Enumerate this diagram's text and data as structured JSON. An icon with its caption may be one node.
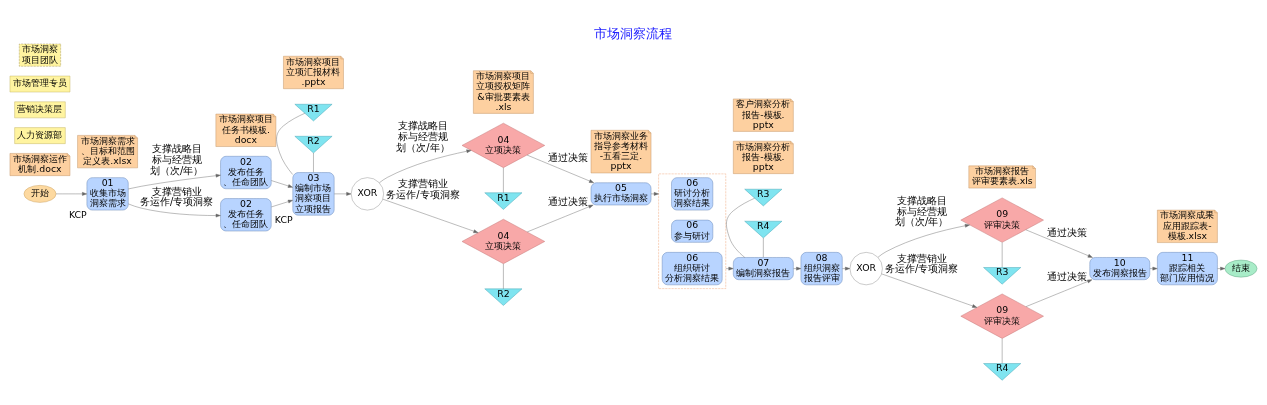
{
  "diagram": {
    "title": "市场洞察流程",
    "nodes": [
      {
        "text": [
          "开始"
        ]
      },
      {
        "text": [
          "市场洞察运作机制.docx"
        ]
      },
      {
        "text": [
          "人力资源部"
        ]
      },
      {
        "text": [
          "营销决策层"
        ]
      },
      {
        "text": [
          "市场管理专员"
        ]
      },
      {
        "text": [
          "市场洞察项目团队"
        ]
      },
      {
        "text": [
          "02",
          "发布任务、任命团队"
        ]
      },
      {
        "text": [
          "02",
          "发布任务、任命团队"
        ]
      },
      {
        "text": [
          "市场洞察项目任务书模板.docx"
        ]
      },
      {
        "text": [
          "01",
          "收集市场洞察需求"
        ],
        "beside": [
          "KCP"
        ]
      },
      {
        "text": [
          "市场洞察需求、目标和范围定义表.xlsx"
        ]
      },
      {
        "text": [
          "R1"
        ]
      },
      {
        "text": [
          "R2"
        ]
      },
      {
        "text": [
          "03",
          "编制市场洞察项目立项报告"
        ],
        "beside": [
          "KCP"
        ]
      },
      {
        "text": [
          "市场洞察项目立项汇报材料.pptx"
        ]
      },
      {
        "text": [
          "XOR"
        ]
      },
      {
        "text": [
          "市场洞察项目立项授权矩阵&审批要素表.xls"
        ]
      },
      {
        "text": [
          "04",
          "立项决策"
        ]
      },
      {
        "text": [
          "R1"
        ]
      },
      {
        "text": [
          "04",
          "立项决策"
        ]
      },
      {
        "text": [
          "R2"
        ]
      },
      {
        "text": [
          "05",
          "执行市场洞察"
        ]
      },
      {
        "text": [
          "市场洞察业务指导参考材料-五看三定.pptx"
        ]
      },
      {
        "text": [],
        "shape": "box"
      },
      {
        "text": [
          "06",
          "研讨分析洞察结果"
        ],
        "in": 23
      },
      {
        "text": [
          "06",
          "参与研讨"
        ],
        "in": 23
      },
      {
        "text": [
          "06",
          "组织研讨分析洞察结果"
        ],
        "in": 23
      },
      {
        "text": [
          "R3"
        ]
      },
      {
        "text": [
          "R4"
        ]
      },
      {
        "text": [
          "07",
          "编制洞察报告"
        ]
      },
      {
        "text": [
          "市场洞察分析报告-模板.pptx"
        ]
      },
      {
        "text": [
          "客户洞察分析报告-模板.pptx"
        ]
      },
      {
        "text": [
          "08",
          "组织洞察报告评审"
        ]
      },
      {
        "text": [
          "XOR"
        ]
      },
      {
        "text": [
          "市场洞察报告评审要素表.xls"
        ]
      },
      {
        "text": [
          "09",
          "评审决策"
        ]
      },
      {
        "text": [
          "R3"
        ]
      },
      {
        "text": [
          "09",
          "评审决策"
        ]
      },
      {
        "text": [
          "R4"
        ]
      },
      {
        "text": [
          "10",
          "发布洞察报告"
        ]
      },
      {
        "text": [
          "11",
          "跟踪相关部门应用情况"
        ]
      },
      {
        "text": [
          "市场洞察成果应用跟踪表-模板.xlsx"
        ]
      },
      {
        "text": [
          "结束"
        ]
      }
    ],
    "edges": [
      {
        "from": 0,
        "to": 9,
        "arrow": "to"
      },
      {
        "from": 9,
        "to": 6,
        "arrow": "to",
        "label": "支撑战略目标与经营规划（次/年）"
      },
      {
        "from": 9,
        "to": 7,
        "arrow": "to",
        "label": "支撑营销业务运作/专项洞察"
      },
      {
        "from": 6,
        "to": 13,
        "arrow": "to"
      },
      {
        "from": 7,
        "to": 13,
        "arrow": "to"
      },
      {
        "from": 11,
        "to": 13,
        "arrow": "none"
      },
      {
        "from": 12,
        "to": 13,
        "arrow": "none"
      },
      {
        "from": 13,
        "to": 15,
        "arrow": "to"
      },
      {
        "from": 15,
        "to": 17,
        "arrow": "to",
        "label": "支撑战略目标与经营规划（次/年）"
      },
      {
        "from": 15,
        "to": 19,
        "arrow": "to",
        "label": "支撑营销业务运作/专项洞察"
      },
      {
        "from": 17,
        "to": 18,
        "arrow": "none"
      },
      {
        "from": 19,
        "to": 20,
        "arrow": "none"
      },
      {
        "from": 17,
        "to": 21,
        "arrow": "to",
        "label": "通过决策"
      },
      {
        "from": 19,
        "to": 21,
        "arrow": "to",
        "label": "通过决策"
      },
      {
        "from": 21,
        "to": 23,
        "arrow": "to"
      },
      {
        "from": 23,
        "to": 29,
        "arrow": "to"
      },
      {
        "from": 27,
        "to": 29,
        "arrow": "none"
      },
      {
        "from": 28,
        "to": 29,
        "arrow": "none"
      },
      {
        "from": 29,
        "to": 32,
        "arrow": "to"
      },
      {
        "from": 32,
        "to": 33,
        "arrow": "to"
      },
      {
        "from": 33,
        "to": 35,
        "arrow": "to",
        "label": "支撑战略目标与经营规划（次/年）"
      },
      {
        "from": 33,
        "to": 37,
        "arrow": "to",
        "label": "支撑营销业务运作/专项洞察"
      },
      {
        "from": 35,
        "to": 36,
        "arrow": "none"
      },
      {
        "from": 37,
        "to": 38,
        "arrow": "none"
      },
      {
        "from": 35,
        "to": 39,
        "arrow": "to",
        "label": "通过决策"
      },
      {
        "from": 37,
        "to": 39,
        "arrow": "to",
        "label": "通过决策"
      },
      {
        "from": 39,
        "to": 40,
        "arrow": "to"
      },
      {
        "from": 40,
        "to": 42,
        "arrow": "to"
      }
    ]
  }
}
